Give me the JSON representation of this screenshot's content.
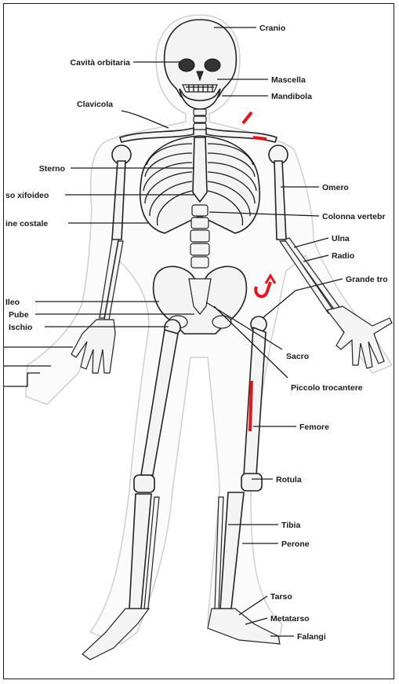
{
  "labels": {
    "cranio": "Cranio",
    "cavita_orbitaria": "Cavità orbitaria",
    "mascella": "Mascella",
    "mandibola": "Mandibola",
    "clavicola": "Clavicola",
    "sterno": "Sterno",
    "processo_xifoideo": "so xifoideo",
    "cartilagine_costale": "ine costale",
    "omero": "Omero",
    "colonna_vertebrale": "Colonna vertebr",
    "ulna": "Ulna",
    "radio": "Radio",
    "grande_trocantere": "Grande tro",
    "ileo": "Ileo",
    "pube": "Pube",
    "ischio": "Ischio",
    "sacro": "Sacro",
    "piccolo_trocantere": "Piccolo trocantere",
    "femore": "Femore",
    "rotula": "Rotula",
    "tibia": "Tibia",
    "perone": "Perone",
    "tarso": "Tarso",
    "metatarso": "Metatarso",
    "falangi": "Falangi"
  },
  "colors": {
    "annotation_marks": "#e8141b",
    "ink": "#1a1a1a",
    "bone_fill": "#f4f4f4"
  }
}
